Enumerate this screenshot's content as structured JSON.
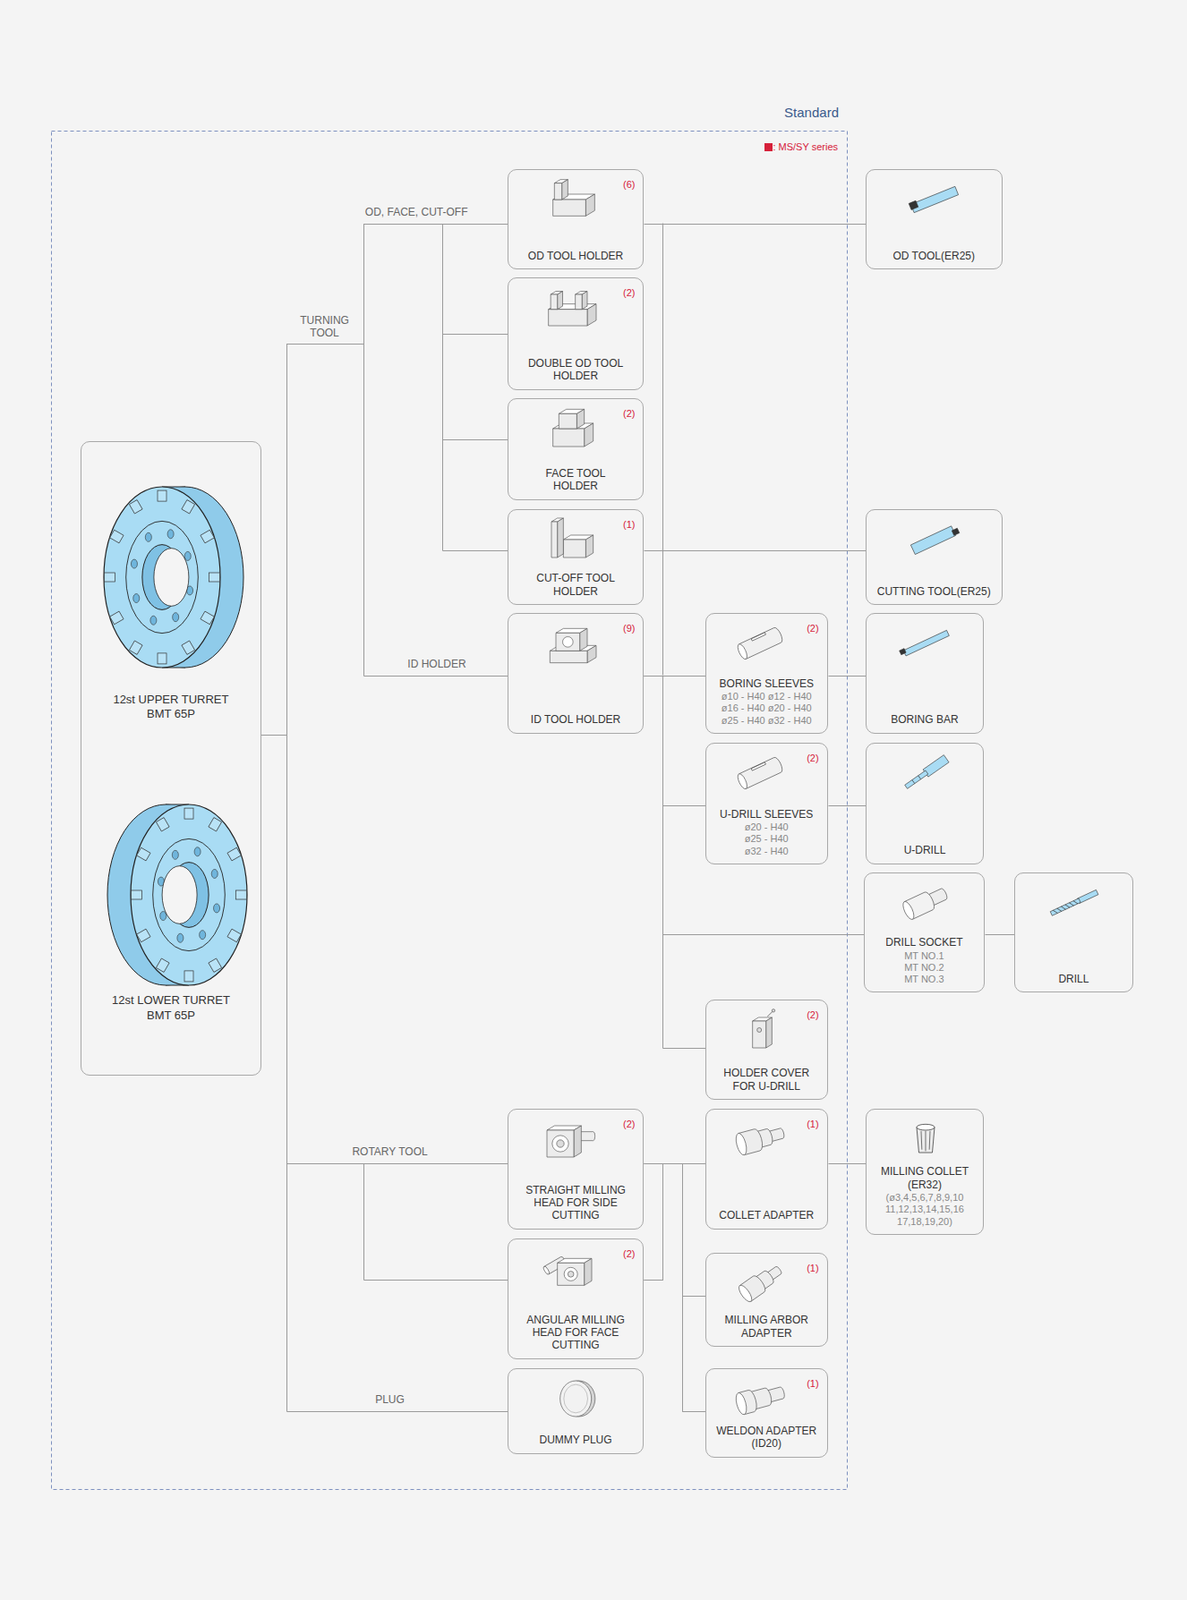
{
  "diagram": {
    "title": "Standard",
    "nodes": [
      {
        "text": [
          "12st UPPER TURRET BMT 65P",
          "12st LOWER TURRET BMT 65P"
        ]
      },
      {
        "text": [
          "(6)",
          "OD TOOL HOLDER"
        ]
      },
      {
        "text": [
          "(2)",
          "DOUBLE OD TOOL HOLDER"
        ]
      },
      {
        "text": [
          "(2)",
          "FACE TOOL HOLDER"
        ]
      },
      {
        "text": [
          "(1)",
          "CUT-OFF TOOL HOLDER"
        ]
      },
      {
        "text": [
          "(9)",
          "ID TOOL HOLDER"
        ]
      },
      {
        "text": [
          "(2)",
          "STRAIGHT MILLING HEAD FOR SIDE CUTTING"
        ]
      },
      {
        "text": [
          "(2)",
          "ANGULAR MILLING HEAD FOR FACE CUTTING"
        ]
      },
      {
        "text": [
          "DUMMY PLUG"
        ]
      },
      {
        "text": [
          "(2)",
          "BORING SLEEVES",
          "ø10 - H40 ø12 - H40 ø16 - H40 ø20 - H40 ø25 - H40 ø32 - H40"
        ]
      },
      {
        "text": [
          "(2)",
          "U-DRILL SLEEVES",
          "ø20 - H40 ø25 - H40 ø32 - H40"
        ]
      },
      {
        "text": [
          "(2)",
          "HOLDER COVER FOR U-DRILL"
        ]
      },
      {
        "text": [
          "(1)",
          "COLLET ADAPTER"
        ]
      },
      {
        "text": [
          "(1)",
          "MILLING ARBOR ADAPTER"
        ]
      },
      {
        "text": [
          "(1)",
          "WELDON ADAPTER (ID20)"
        ]
      },
      {
        "text": [
          "OD TOOL(ER25)"
        ]
      },
      {
        "text": [
          "CUTTING TOOL(ER25)"
        ]
      },
      {
        "text": [
          "BORING BAR"
        ]
      },
      {
        "text": [
          "U-DRILL"
        ]
      },
      {
        "text": [
          "DRILL SOCKET",
          "MT NO.1 MT NO.2 MT NO.3"
        ]
      },
      {
        "text": [
          "MILLING COLLET (ER32)",
          "(ø3,4,5,6,7,8,9,10 11,12,13,14,15,16 17,18,19,20)"
        ]
      },
      {
        "text": [
          "DRILL"
        ]
      }
    ],
    "edges": [
      {
        "from": 0,
        "to": 1,
        "arrow": "none"
      },
      {
        "from": 0,
        "to": 2,
        "arrow": "none"
      },
      {
        "from": 0,
        "to": 3,
        "arrow": "none"
      },
      {
        "from": 0,
        "to": 4,
        "arrow": "none"
      },
      {
        "from": 0,
        "to": 5,
        "arrow": "none"
      },
      {
        "from": 0,
        "to": 6,
        "arrow": "none"
      },
      {
        "from": 0,
        "to": 7,
        "arrow": "none"
      },
      {
        "from": 0,
        "to": 8,
        "arrow": "none"
      },
      {
        "from": 1,
        "to": 15,
        "arrow": "none"
      },
      {
        "from": 4,
        "to": 16,
        "arrow": "none"
      },
      {
        "from": 5,
        "to": 9,
        "arrow": "none"
      },
      {
        "from": 5,
        "to": 10,
        "arrow": "none"
      },
      {
        "from": 5,
        "to": 19,
        "arrow": "none"
      },
      {
        "from": 5,
        "to": 11,
        "arrow": "none"
      },
      {
        "from": 9,
        "to": 17,
        "arrow": "none"
      },
      {
        "from": 10,
        "to": 18,
        "arrow": "none"
      },
      {
        "from": 19,
        "to": 21,
        "arrow": "none"
      },
      {
        "from": 6,
        "to": 12,
        "arrow": "none"
      },
      {
        "from": 6,
        "to": 13,
        "arrow": "none"
      },
      {
        "from": 6,
        "to": 14,
        "arrow": "none"
      },
      {
        "from": 7,
        "to": 12,
        "arrow": "none"
      },
      {
        "from": 7,
        "to": 13,
        "arrow": "none"
      },
      {
        "from": 7,
        "to": 14,
        "arrow": "none"
      },
      {
        "from": 12,
        "to": 20,
        "arrow": "none"
      }
    ],
    "labels": [
      "TURNING TOOL",
      "OD, FACE, CUT-OFF",
      "ID HOLDER",
      "ROTARY TOOL",
      "PLUG"
    ],
    "legend": [
      {
        "text": ": MS/SY series",
        "color": "#d6203a"
      }
    ]
  }
}
